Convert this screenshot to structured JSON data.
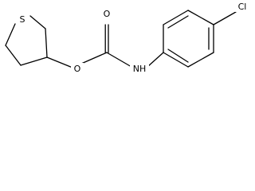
{
  "molecule": {
    "atoms": {
      "sulfur": "S",
      "ether_oxygen": "O",
      "carbonyl_oxygen": "O",
      "nitrogen_hydrogen": "NH",
      "chlorine": "Cl"
    }
  }
}
